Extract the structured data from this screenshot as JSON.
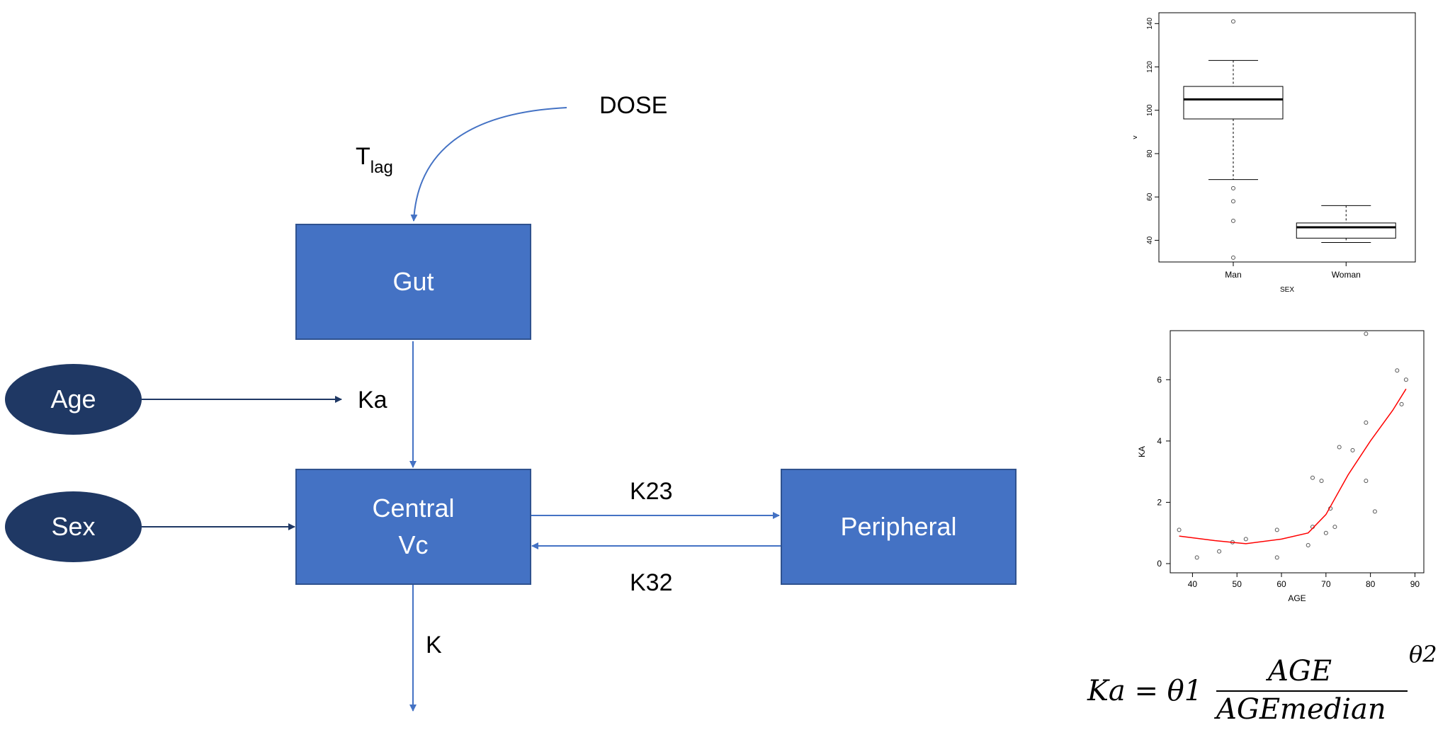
{
  "diagram": {
    "dose": "DOSE",
    "tlag_main": "T",
    "tlag_sub": "lag",
    "gut": "Gut",
    "central_line1": "Central",
    "central_line2": "Vc",
    "peripheral": "Peripheral",
    "age": "Age",
    "sex": "Sex",
    "ka": "Ka",
    "k23": "K23",
    "k32": "K32",
    "k": "K",
    "arrow_color": "#4472c4",
    "box_color": "#4472c4",
    "oval_color": "#1f3864"
  },
  "formula": {
    "lhs": "Ka = θ1",
    "numerator": "AGE",
    "denominator": "AGEmedian",
    "exponent": "θ2"
  },
  "chart_data": [
    {
      "type": "box",
      "xlabel": "SEX",
      "ylabel": "V",
      "categories": [
        "Man",
        "Woman"
      ],
      "ylim": [
        30,
        145
      ],
      "yticks": [
        40,
        60,
        80,
        100,
        120,
        140
      ],
      "boxes": [
        {
          "name": "Man",
          "whisker_low": 68,
          "q1": 96,
          "median": 105,
          "q3": 111,
          "whisker_high": 123,
          "outliers": [
            141,
            64,
            58,
            49,
            32
          ]
        },
        {
          "name": "Woman",
          "whisker_low": 39,
          "q1": 41,
          "median": 46,
          "q3": 48,
          "whisker_high": 56,
          "outliers": []
        }
      ]
    },
    {
      "type": "scatter",
      "xlabel": "AGE",
      "ylabel": "KA",
      "xlim": [
        35,
        92
      ],
      "ylim": [
        -0.3,
        7.6
      ],
      "xticks": [
        40,
        50,
        60,
        70,
        80,
        90
      ],
      "yticks": [
        0,
        2,
        4,
        6
      ],
      "points": [
        [
          37,
          1.1
        ],
        [
          41,
          0.2
        ],
        [
          46,
          0.4
        ],
        [
          49,
          0.7
        ],
        [
          52,
          0.8
        ],
        [
          59,
          1.1
        ],
        [
          59,
          0.2
        ],
        [
          66,
          0.6
        ],
        [
          67,
          1.2
        ],
        [
          67,
          2.8
        ],
        [
          69,
          2.7
        ],
        [
          70,
          1.0
        ],
        [
          71,
          1.8
        ],
        [
          72,
          1.2
        ],
        [
          73,
          3.8
        ],
        [
          76,
          3.7
        ],
        [
          79,
          7.5
        ],
        [
          79,
          4.6
        ],
        [
          79,
          2.7
        ],
        [
          81,
          1.7
        ],
        [
          86,
          6.3
        ],
        [
          87,
          5.2
        ],
        [
          88,
          6.0
        ]
      ],
      "smooth_line": {
        "color": "#ff0000",
        "points": [
          [
            37,
            0.9
          ],
          [
            45,
            0.75
          ],
          [
            52,
            0.65
          ],
          [
            60,
            0.8
          ],
          [
            66,
            1.0
          ],
          [
            70,
            1.6
          ],
          [
            75,
            2.9
          ],
          [
            80,
            4.0
          ],
          [
            85,
            5.0
          ],
          [
            88,
            5.7
          ]
        ]
      }
    }
  ]
}
